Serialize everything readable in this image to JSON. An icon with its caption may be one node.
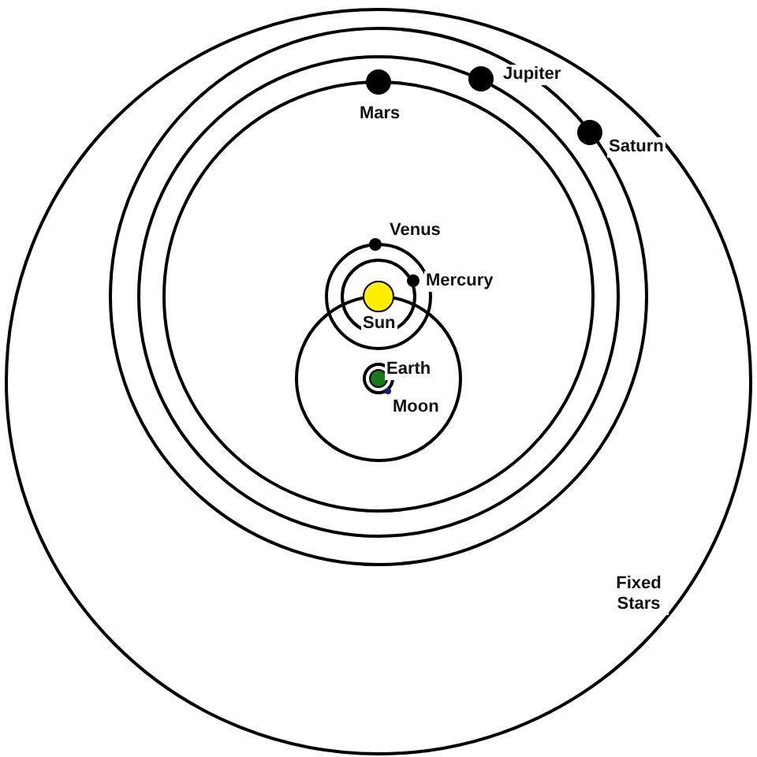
{
  "diagram": {
    "nodes": [
      {
        "text": [
          "Fixed Stars"
        ]
      },
      {
        "text": [
          "Mars"
        ],
        "in": 0
      },
      {
        "text": [
          "Jupiter"
        ],
        "in": 0
      },
      {
        "text": [
          "Saturn"
        ],
        "in": 0
      },
      {
        "text": [
          "Venus"
        ],
        "in": 0
      },
      {
        "text": [
          "Mercury"
        ],
        "in": 0
      },
      {
        "text": [
          "Sun"
        ],
        "in": 0
      },
      {
        "text": [
          "Earth"
        ],
        "in": 0
      },
      {
        "text": [
          "Moon"
        ],
        "in": 0
      }
    ]
  }
}
